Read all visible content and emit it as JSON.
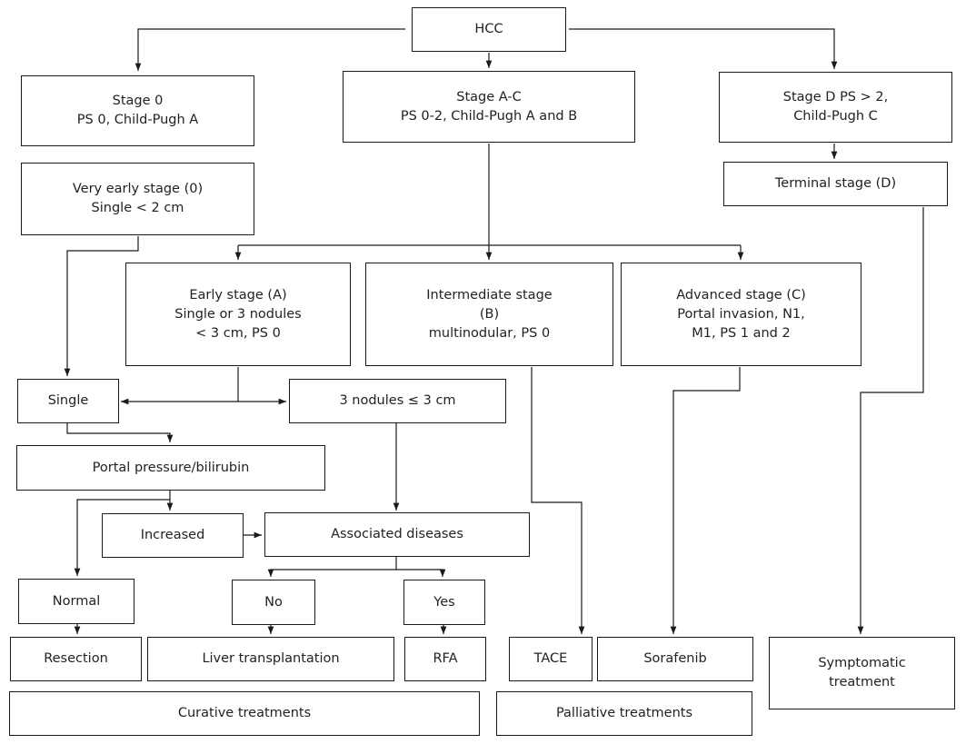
{
  "nodes": {
    "hcc": [
      "HCC"
    ],
    "stage0": [
      "Stage 0",
      "PS 0, Child-Pugh A"
    ],
    "stageAC": [
      "Stage A-C",
      "PS 0-2, Child-Pugh A and B"
    ],
    "stageD": [
      "Stage D PS > 2,",
      "Child-Pugh C"
    ],
    "veryEarly": [
      "Very early stage (0)",
      "Single < 2 cm"
    ],
    "terminal": [
      "Terminal stage (D)"
    ],
    "early": [
      "Early stage (A)",
      "Single or 3 nodules",
      "< 3 cm, PS 0"
    ],
    "intermediate": [
      "Intermediate stage",
      "(B)",
      "multinodular, PS 0"
    ],
    "advanced": [
      "Advanced stage (C)",
      "Portal invasion, N1,",
      "M1, PS 1 and 2"
    ],
    "single": [
      "Single"
    ],
    "threeNodules": [
      "3 nodules ≤ 3 cm"
    ],
    "portal": [
      "Portal pressure/bilirubin"
    ],
    "increased": [
      "Increased"
    ],
    "associated": [
      "Associated diseases"
    ],
    "normal": [
      "Normal"
    ],
    "no": [
      "No"
    ],
    "yes": [
      "Yes"
    ],
    "resection": [
      "Resection"
    ],
    "liverTx": [
      "Liver transplantation"
    ],
    "rfa": [
      "RFA"
    ],
    "tace": [
      "TACE"
    ],
    "sorafenib": [
      "Sorafenib"
    ],
    "symptomatic": [
      "Symptomatic",
      "treatment"
    ],
    "curative": [
      "Curative treatments"
    ],
    "palliative": [
      "Palliative treatments"
    ]
  }
}
